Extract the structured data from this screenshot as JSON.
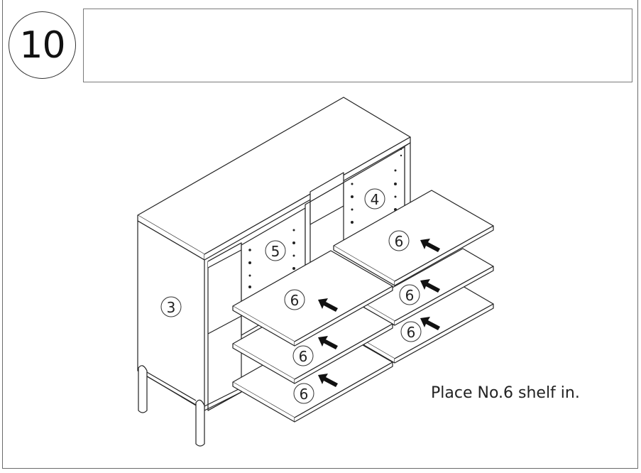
{
  "step": {
    "number": "10"
  },
  "instruction_box": {
    "text": ""
  },
  "caption": {
    "text": "Place No.6 shelf in."
  },
  "parts": {
    "side_panel": "3",
    "right_back_panel": "4",
    "left_back_panel": "5",
    "shelf": "6"
  },
  "shelf_labels": [
    "6",
    "6",
    "6",
    "6",
    "6",
    "6"
  ],
  "colors": {
    "line": "#222222",
    "border": "#6b6b6b",
    "arrow": "#111111"
  }
}
